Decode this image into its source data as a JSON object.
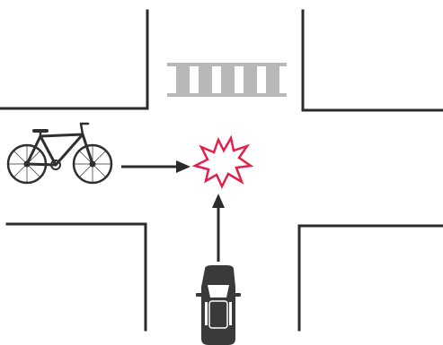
{
  "diagram": {
    "scene": "intersection-collision",
    "elements": {
      "road_edges": [
        "top-left-corner",
        "top-right-corner",
        "bottom-left-corner",
        "bottom-right-corner"
      ],
      "crosswalk": {
        "position": "top",
        "stripes": 5
      },
      "bicycle": {
        "position": "left",
        "facing": "right"
      },
      "car": {
        "position": "bottom",
        "facing": "up"
      },
      "collision_mark": {
        "shape": "starburst",
        "color": "#e2204a"
      }
    },
    "arrows": [
      {
        "from": "bicycle",
        "to": "collision_mark",
        "direction": "right"
      },
      {
        "from": "car",
        "to": "collision_mark",
        "direction": "up"
      }
    ],
    "colors": {
      "line": "#2b2b2b",
      "crosswalk": "#b8b8b8",
      "collision": "#e2204a",
      "vehicle": "#3a3a3a"
    },
    "background_ghost_text": {
      "top_right": "",
      "mid_left": "",
      "mid_right": "",
      "bottom_right": "",
      "bottom_right_2": ""
    }
  }
}
